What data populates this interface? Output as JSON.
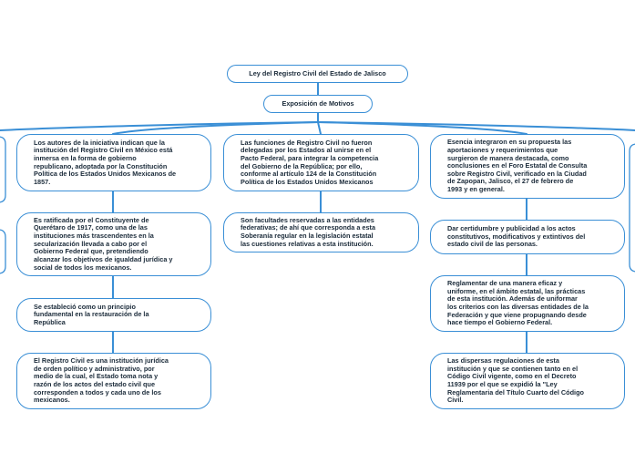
{
  "root": {
    "label": "Ley del Registro Civil del Estado de Jalisco"
  },
  "section": {
    "label": "Exposición de Motivos"
  },
  "columns": [
    {
      "items": [
        "Los autores de la iniciativa indican que la\ninstitución del Registro Civil en México está\ninmersa en la forma de gobierno\nrepublicano, adoptada por la Constitución\nPolítica de los Estados Unidos Mexicanos de\n1857.",
        "Es ratificada por el Constituyente de\nQuerétaro de 1917, como una de las\ninstituciones más trascendentes en la\nsecularización llevada a cabo por el\nGobierno Federal que, pretendiendo\nalcanzar los objetivos de igualdad jurídica y\nsocial de todos los mexicanos.",
        "Se estableció como un principio\nfundamental en la restauración de la\nRepública",
        "El Registro Civil es una institución jurídica\nde orden político y administrativo, por\nmedio de la cual, el Estado toma nota y\nrazón de los actos del estado civil que\ncorresponden a todos y cada uno de los\nmexicanos."
      ]
    },
    {
      "items": [
        "Las funciones de Registro Civil no fueron\ndelegadas por los Estados al unirse en el\nPacto Federal, para integrar la competencia\ndel Gobierno de la República; por ello,\nconforme al artículo 124 de la Constitución\nPolítica de los Estados Unidos Mexicanos",
        "Son facultades reservadas a las entidades\nfederativas; de ahí que corresponda a esta\nSoberanía regular en la legislación estatal\nlas cuestiones relativas a esta institución."
      ]
    },
    {
      "items": [
        "Esencia integraron en su propuesta las\naportaciones y requerimientos que\nsurgieron de manera destacada, como\nconclusiones en el Foro Estatal de Consulta\nsobre Registro Civil, verificado en la Ciudad\nde Zapopan, Jalisco, el 27 de febrero de\n1993 y en general.",
        "Dar certidumbre y publicidad a los actos\nconstitutivos, modificativos y extintivos del\nestado civil de las personas.",
        "Reglamentar de una manera eficaz y\nuniforme, en el ámbito estatal, las prácticas\nde esta institución. Además de uniformar\nlos criterios con las diversas entidades de la\nFederación y que viene propugnando desde\nhace tiempo el Gobierno Federal.",
        "Las dispersas regulaciones de esta\ninstitución y que se  contienen tanto en el\nCódigo Civil vigente, como en el Decreto\n11939 por el que se expidió la \"Ley\nReglamentaria del Título Cuarto del Código\nCivil."
      ]
    }
  ],
  "colors": {
    "border": "#3a8fd6",
    "connector": "#3a8fd6",
    "text": "#1b2b3a",
    "background": "#ffffff"
  }
}
